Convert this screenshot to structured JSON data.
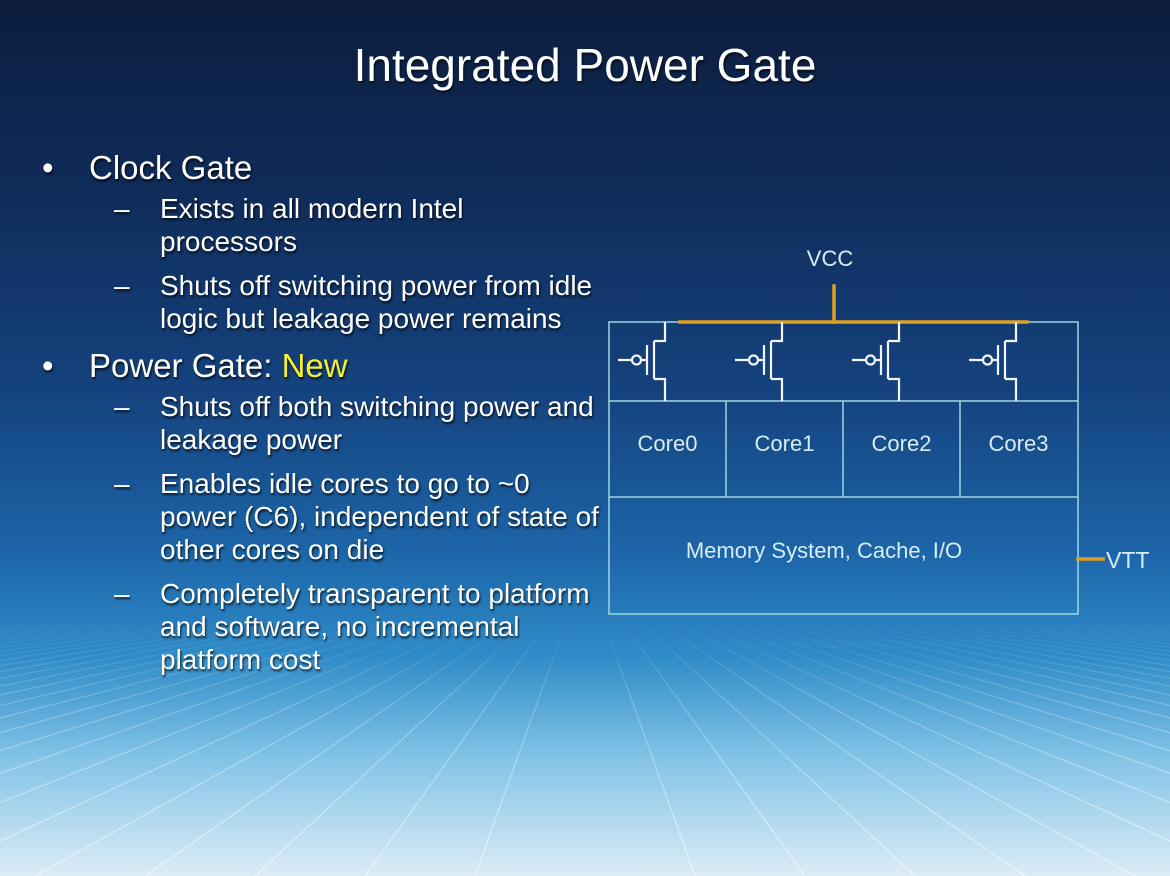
{
  "slide": {
    "title": "Integrated Power Gate"
  },
  "bullets": {
    "clock_gate": {
      "label": "Clock Gate",
      "items": [
        "Exists in all modern Intel processors",
        "Shuts off switching power from idle logic but leakage power remains"
      ]
    },
    "power_gate": {
      "label": "Power Gate:",
      "highlight": "New",
      "items": [
        "Shuts off both switching power and leakage power",
        "Enables idle cores to go to ~0 power (C6), independent of state of other cores on die",
        "Completely transparent to platform and software, no incremental platform cost"
      ]
    }
  },
  "diagram": {
    "vcc_label": "VCC",
    "vtt_label": "VTT",
    "cores": [
      "Core0",
      "Core1",
      "Core2",
      "Core3"
    ],
    "uncore_label": "Memory System, Cache, I/O",
    "colors": {
      "rail": "#e0a020",
      "box_stroke": "#9fd6e0",
      "transistor": "#f2f6f8"
    }
  }
}
